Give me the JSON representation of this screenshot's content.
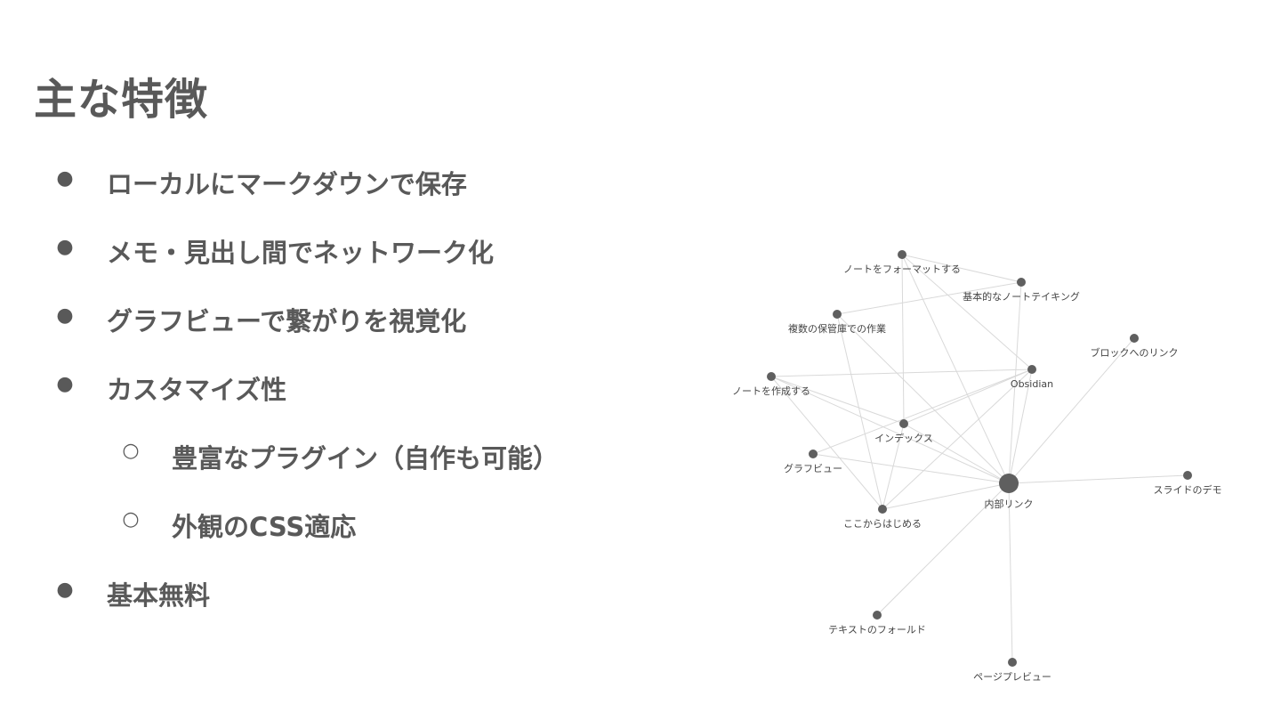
{
  "slide": {
    "title": "主な特徴",
    "bullets": [
      {
        "level": 1,
        "marker": "●",
        "text": "ローカルにマークダウンで保存"
      },
      {
        "level": 1,
        "marker": "●",
        "text": "メモ・見出し間でネットワーク化"
      },
      {
        "level": 1,
        "marker": "●",
        "text": "グラフビューで繋がりを視覚化"
      },
      {
        "level": 1,
        "marker": "●",
        "text": "カスタマイズ性"
      },
      {
        "level": 2,
        "marker": "○",
        "text": "豊富なプラグイン（自作も可能）"
      },
      {
        "level": 2,
        "marker": "○",
        "text": "外観のCSS適応"
      },
      {
        "level": 1,
        "marker": "●",
        "text": "基本無料"
      }
    ]
  },
  "graph": {
    "node_color": "#5f5f5f",
    "edge_color": "#d9d9d9",
    "label_color": "#444444",
    "nodes": [
      {
        "id": "format",
        "label": "ノートをフォーマットする"
      },
      {
        "id": "basic",
        "label": "基本的なノートテイキング"
      },
      {
        "id": "vaults",
        "label": "複数の保管庫での作業"
      },
      {
        "id": "blocklink",
        "label": "ブロックへのリンク"
      },
      {
        "id": "obsidian",
        "label": "Obsidian"
      },
      {
        "id": "create",
        "label": "ノートを作成する"
      },
      {
        "id": "index",
        "label": "インデックス"
      },
      {
        "id": "graphview",
        "label": "グラフビュー"
      },
      {
        "id": "internal",
        "label": "内部リンク",
        "hub": true
      },
      {
        "id": "slides",
        "label": "スライドのデモ"
      },
      {
        "id": "start",
        "label": "ここからはじめる"
      },
      {
        "id": "folding",
        "label": "テキストのフォールド"
      },
      {
        "id": "preview",
        "label": "ページプレビュー"
      }
    ],
    "edges": [
      [
        "format",
        "basic"
      ],
      [
        "format",
        "index"
      ],
      [
        "format",
        "internal"
      ],
      [
        "format",
        "obsidian"
      ],
      [
        "basic",
        "vaults"
      ],
      [
        "basic",
        "internal"
      ],
      [
        "vaults",
        "internal"
      ],
      [
        "vaults",
        "start"
      ],
      [
        "create",
        "index"
      ],
      [
        "create",
        "internal"
      ],
      [
        "create",
        "start"
      ],
      [
        "obsidian",
        "index"
      ],
      [
        "obsidian",
        "start"
      ],
      [
        "obsidian",
        "internal"
      ],
      [
        "obsidian",
        "create"
      ],
      [
        "index",
        "internal"
      ],
      [
        "index",
        "start"
      ],
      [
        "graphview",
        "internal"
      ],
      [
        "graphview",
        "obsidian"
      ],
      [
        "internal",
        "slides"
      ],
      [
        "internal",
        "blocklink"
      ],
      [
        "internal",
        "folding"
      ],
      [
        "internal",
        "preview"
      ],
      [
        "internal",
        "start"
      ]
    ]
  }
}
